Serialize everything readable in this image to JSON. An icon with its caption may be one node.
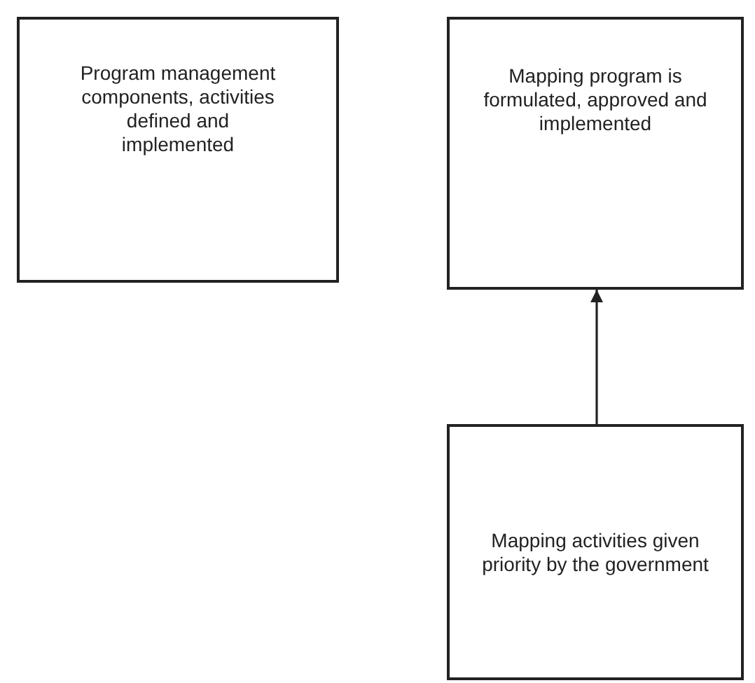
{
  "diagram": {
    "nodes": [
      {
        "text": [
          "Program management components, activities defined and implemented"
        ]
      },
      {
        "text": [
          "Mapping program is formulated, approved and implemented"
        ]
      },
      {
        "text": [
          "Mapping activities given priority by the government"
        ]
      }
    ],
    "edges": [
      {
        "from": 2,
        "to": 1,
        "arrow": "to"
      }
    ]
  }
}
